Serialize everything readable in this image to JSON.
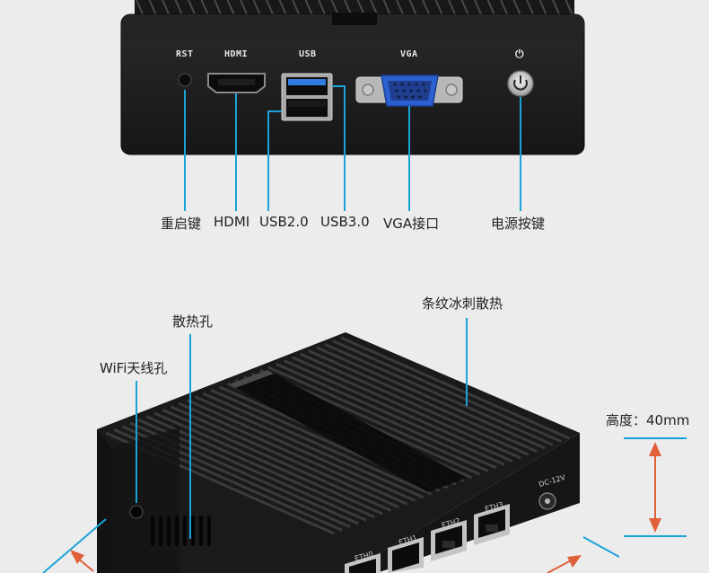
{
  "front_panel": {
    "ports": {
      "rst": "RST",
      "hdmi": "HDMI",
      "usb": "USB",
      "vga": "VGA",
      "power_symbol": "⏻"
    },
    "callouts": {
      "reset": "重启键",
      "hdmi": "HDMI",
      "usb2": "USB2.0",
      "usb3": "USB3.0",
      "vga": "VGA接口",
      "power": "电源按键"
    }
  },
  "side_view": {
    "callouts": {
      "fins": "条纹冰刺散热",
      "vent": "散热孔",
      "wifi": "WiFi天线孔",
      "height": "高度：40mm"
    },
    "ports": {
      "eth0": "ETH0",
      "eth1": "ETH1",
      "eth2": "ETH2",
      "eth3": "ETH3",
      "dc": "DC-12V"
    }
  },
  "colors": {
    "callout_line": "#1aa3d6",
    "dimension_arrow": "#e0603a",
    "device_body": "#1c1c1e",
    "vga_port": "#2c5fd0",
    "usb3_tongue": "#2f7de0"
  }
}
